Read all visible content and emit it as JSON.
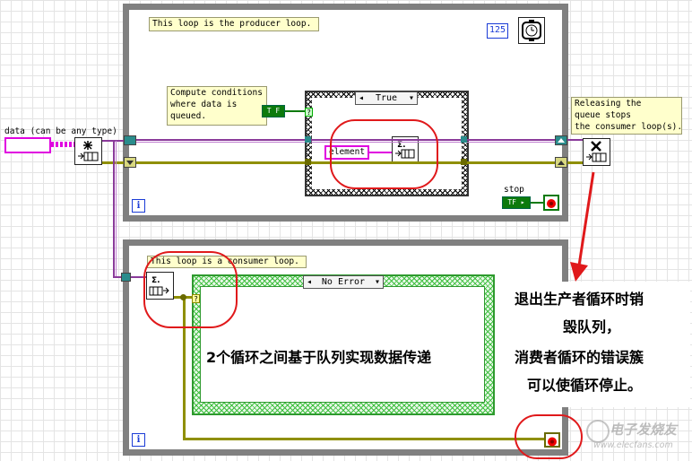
{
  "producer": {
    "comment": "This loop is the producer loop.",
    "conditions_note": "Compute conditions\nwhere data is\nqueued.",
    "release_note": "Releasing the\nqueue stops\nthe consumer loop(s).",
    "case_value": "True",
    "element_label": "element",
    "wait_ms": "125",
    "stop_label": "stop",
    "iteration": "i"
  },
  "data_control": {
    "label": "data (can be any type)"
  },
  "consumer": {
    "comment": "This loop is a consumer loop.",
    "case_value": "No Error",
    "iteration": "i"
  },
  "annotations": {
    "center_text": "2个循环之间基于队列实现数据传递",
    "right_lines": [
      "退出生产者循环时销",
      "毁队列，",
      "消费者循环的错误簇",
      "可以使循环停止。"
    ],
    "watermark_cn": "电子发烧友",
    "watermark_url": "www.elecfans.com"
  },
  "colors": {
    "loop_border": "#808080",
    "pink_wire": "#e000e0",
    "yellow_wire": "#8f8f00",
    "annotation_red": "#e0191b",
    "case_green": "#3fbf3f"
  },
  "icons": [
    "release-queue-icon",
    "obtain-queue-icon",
    "enqueue-icon",
    "dequeue-icon",
    "wait-timer-icon",
    "stop-button-icon",
    "iteration-terminal-icon"
  ]
}
